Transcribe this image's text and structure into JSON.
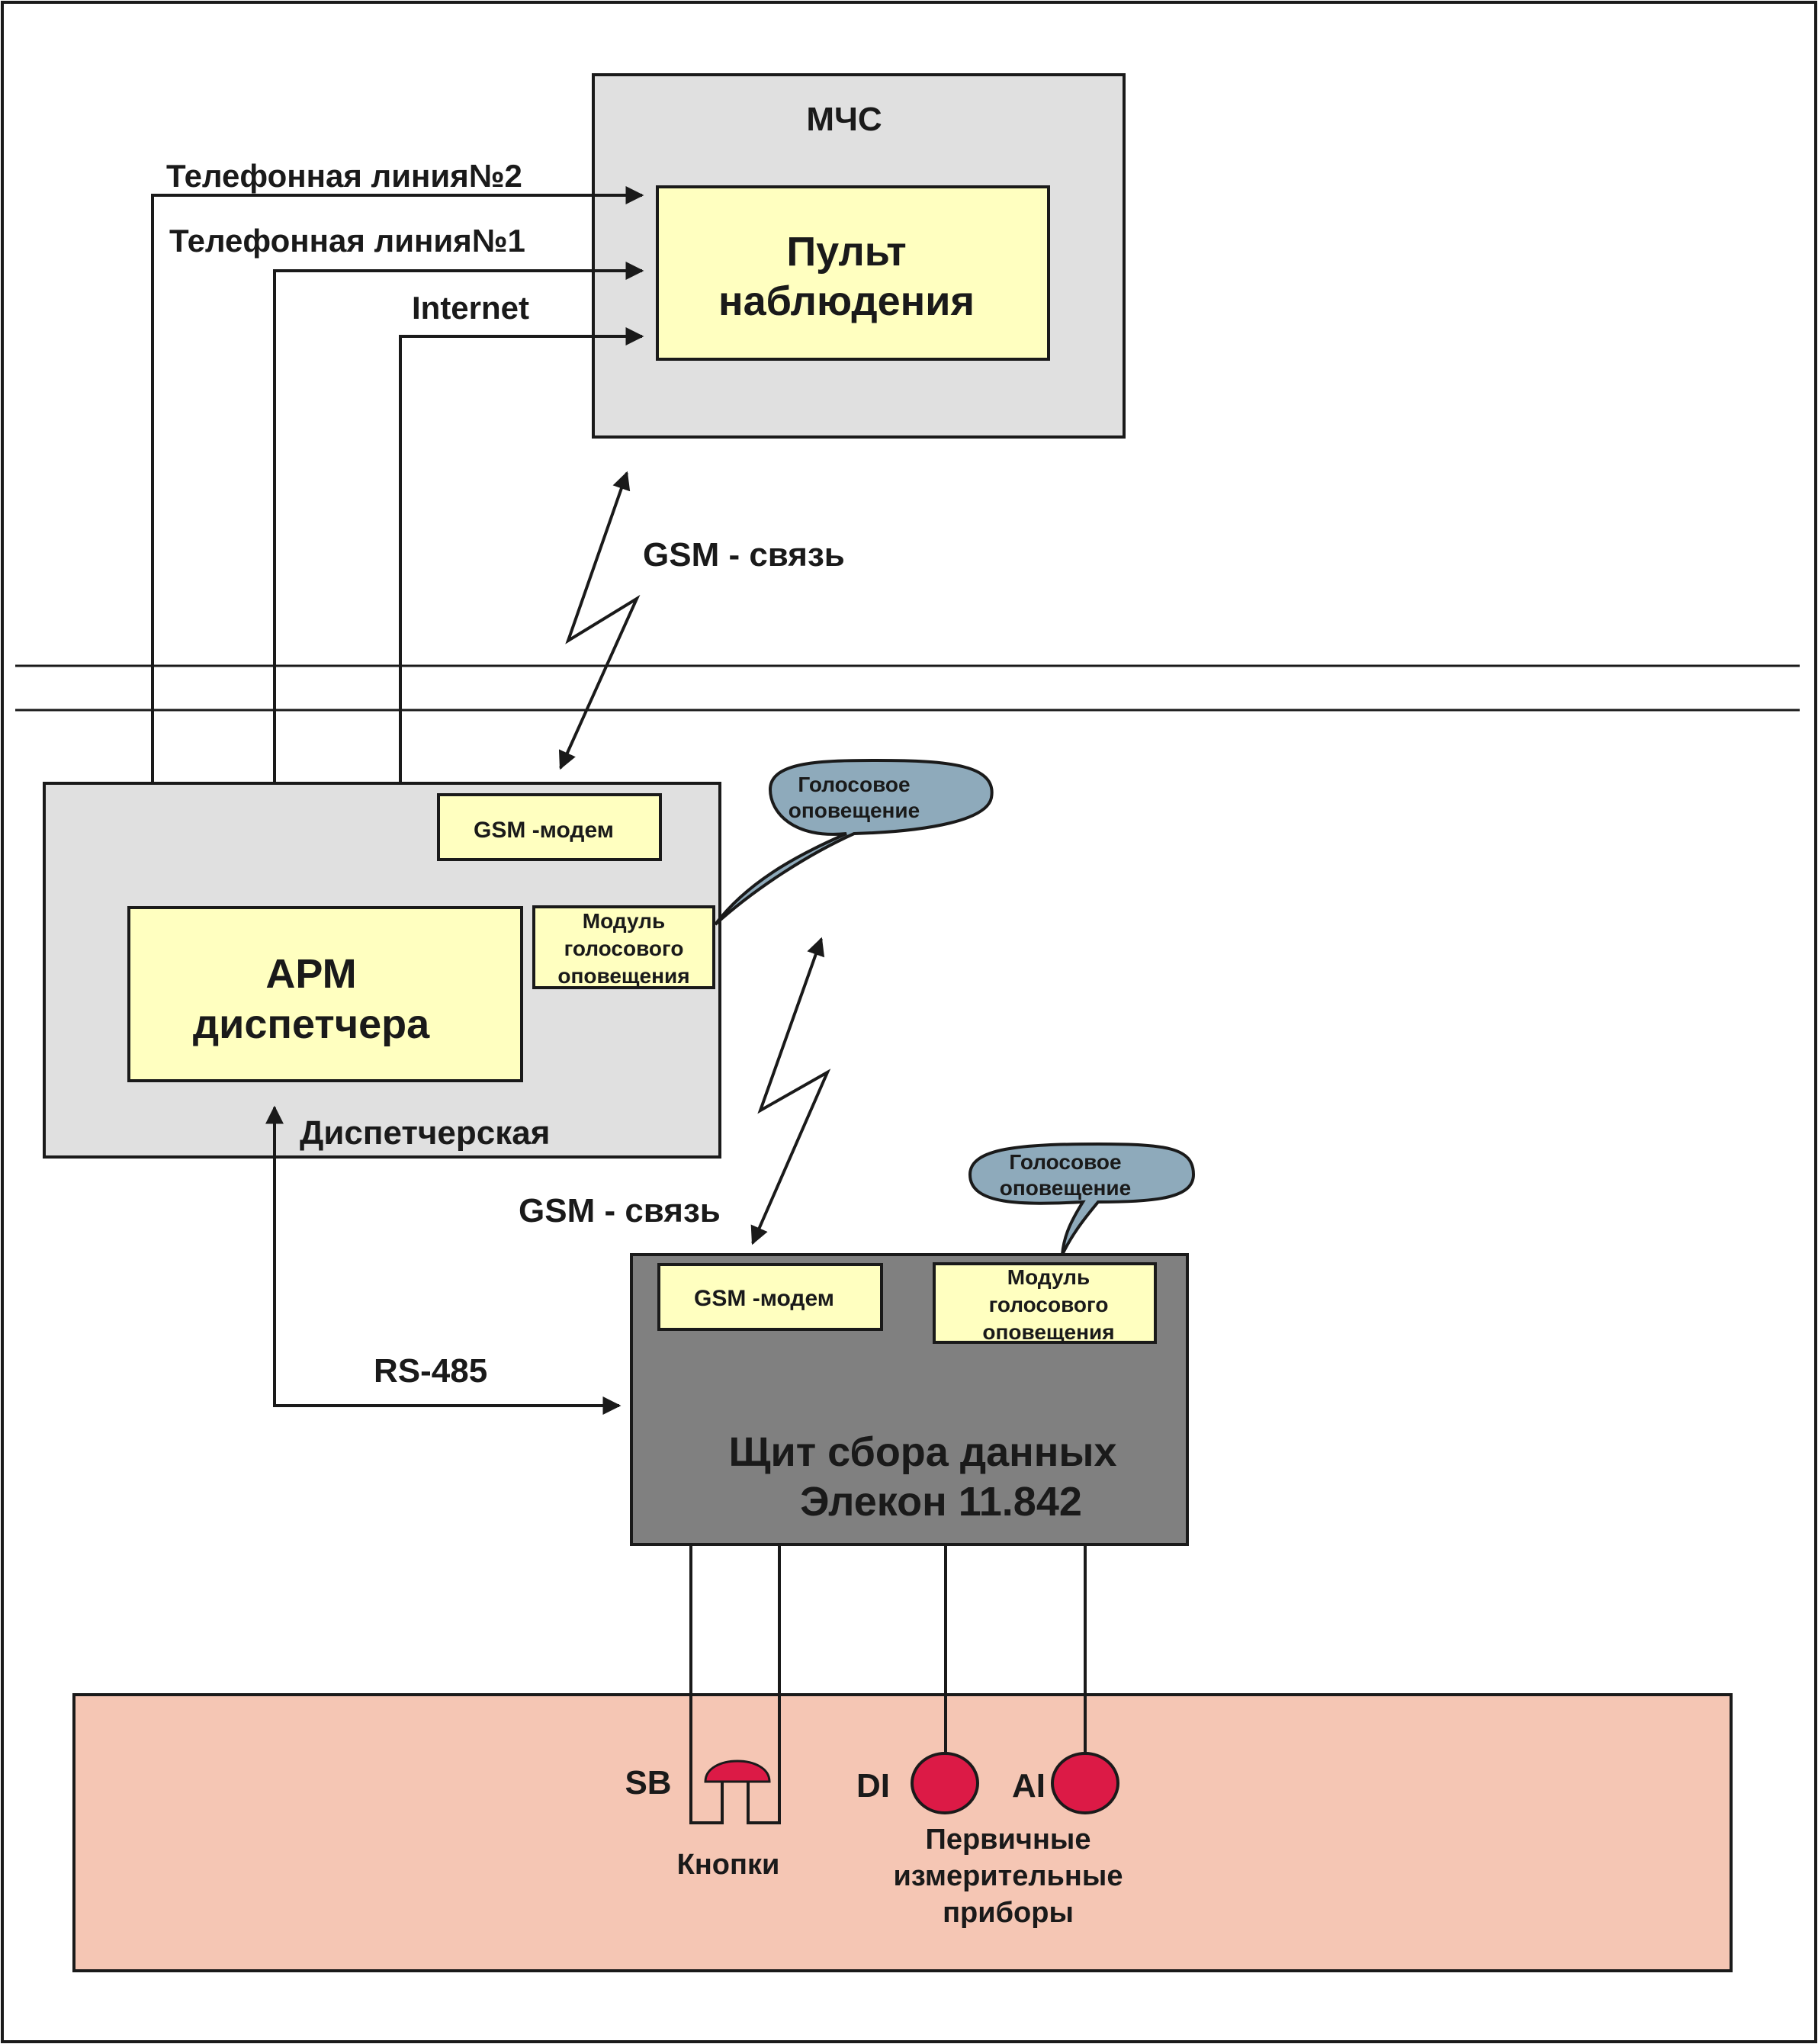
{
  "mchs": {
    "title": "МЧС",
    "console_line1": "Пульт",
    "console_line2": "наблюдения"
  },
  "links": {
    "phone2": "Телефонная линия№2",
    "phone1": "Телефонная линия№1",
    "internet": "Internet",
    "gsm_top": "GSM - связь",
    "gsm_bottom": "GSM - связь",
    "rs485": "RS-485"
  },
  "dispatch": {
    "title": "Диспетчерская",
    "gsm_modem": "GSM -модем",
    "arm_line1": "АРМ",
    "arm_line2": "диспетчера",
    "voice_module_line1": "Модуль",
    "voice_module_line2": "голосового",
    "voice_module_line3": "оповещения",
    "bubble_line1": "Голосовое",
    "bubble_line2": "оповещение"
  },
  "panel": {
    "title_line1": "Щит сбора данных",
    "title_line2": "Элекон 11.842",
    "gsm_modem": "GSM -модем",
    "voice_module_line1": "Модуль",
    "voice_module_line2": "голосового",
    "voice_module_line3": "оповещения",
    "bubble_line1": "Голосовое",
    "bubble_line2": "оповещение"
  },
  "field": {
    "sb": "SB",
    "di": "DI",
    "ai": "AI",
    "buttons": "Кнопки",
    "instruments_line1": "Первичные",
    "instruments_line2": "измерительные",
    "instruments_line3": "приборы"
  },
  "colors": {
    "zone_gray": "#e0e0e0",
    "box_yellow": "#ffffc0",
    "panel_gray": "#808080",
    "field_pink": "#f5c6b4",
    "bubble_blue": "#8eaabb",
    "sensor_red": "#dc1a46"
  }
}
